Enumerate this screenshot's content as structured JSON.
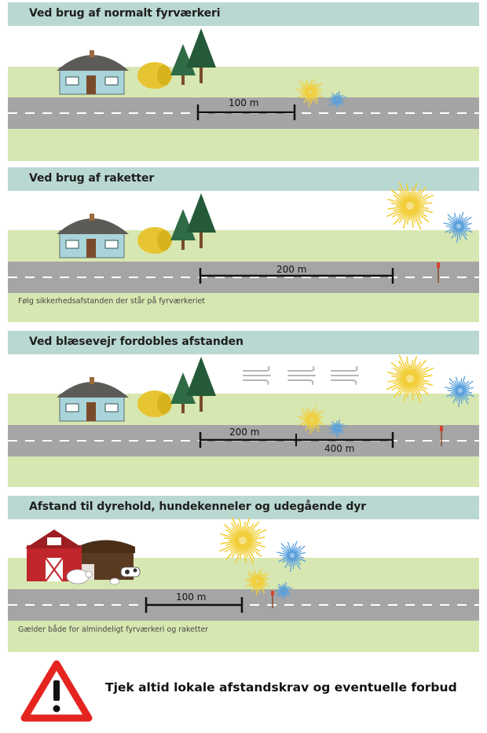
{
  "panels": [
    {
      "title": "Ved brug af normalt fyrværkeri",
      "distance": "100 m",
      "note": ""
    },
    {
      "title": "Ved brug af raketter",
      "distance": "200 m",
      "note": "Følg sikkerhedsafstanden der står på fyrværkeriet"
    },
    {
      "title": "Ved blæsevejr fordobles afstanden",
      "distance": "200 m",
      "distance2": "400 m",
      "note": ""
    },
    {
      "title": "Afstand til dyrehold, hundekenneler og udegående dyr",
      "distance": "100 m",
      "note": "Gælder både for almindeligt fyrværkeri og raketter"
    }
  ],
  "warning": {
    "text": "Tjek altid lokale afstandskrav og eventuelle forbud"
  },
  "colors": {
    "band": "#b9d8d1",
    "grass": "#d7e7b1",
    "road": "#a5a5a5",
    "firework_yellow": "#f2cf3a",
    "firework_blue": "#5aa0dc",
    "warning_red": "#e52420"
  },
  "icons": [
    "house-icon",
    "hay-bale-icon",
    "tree-icon",
    "firework-icon",
    "rocket-icon",
    "wind-icon",
    "barn-icon",
    "sheep-icon",
    "cow-icon",
    "warning-triangle-icon"
  ]
}
